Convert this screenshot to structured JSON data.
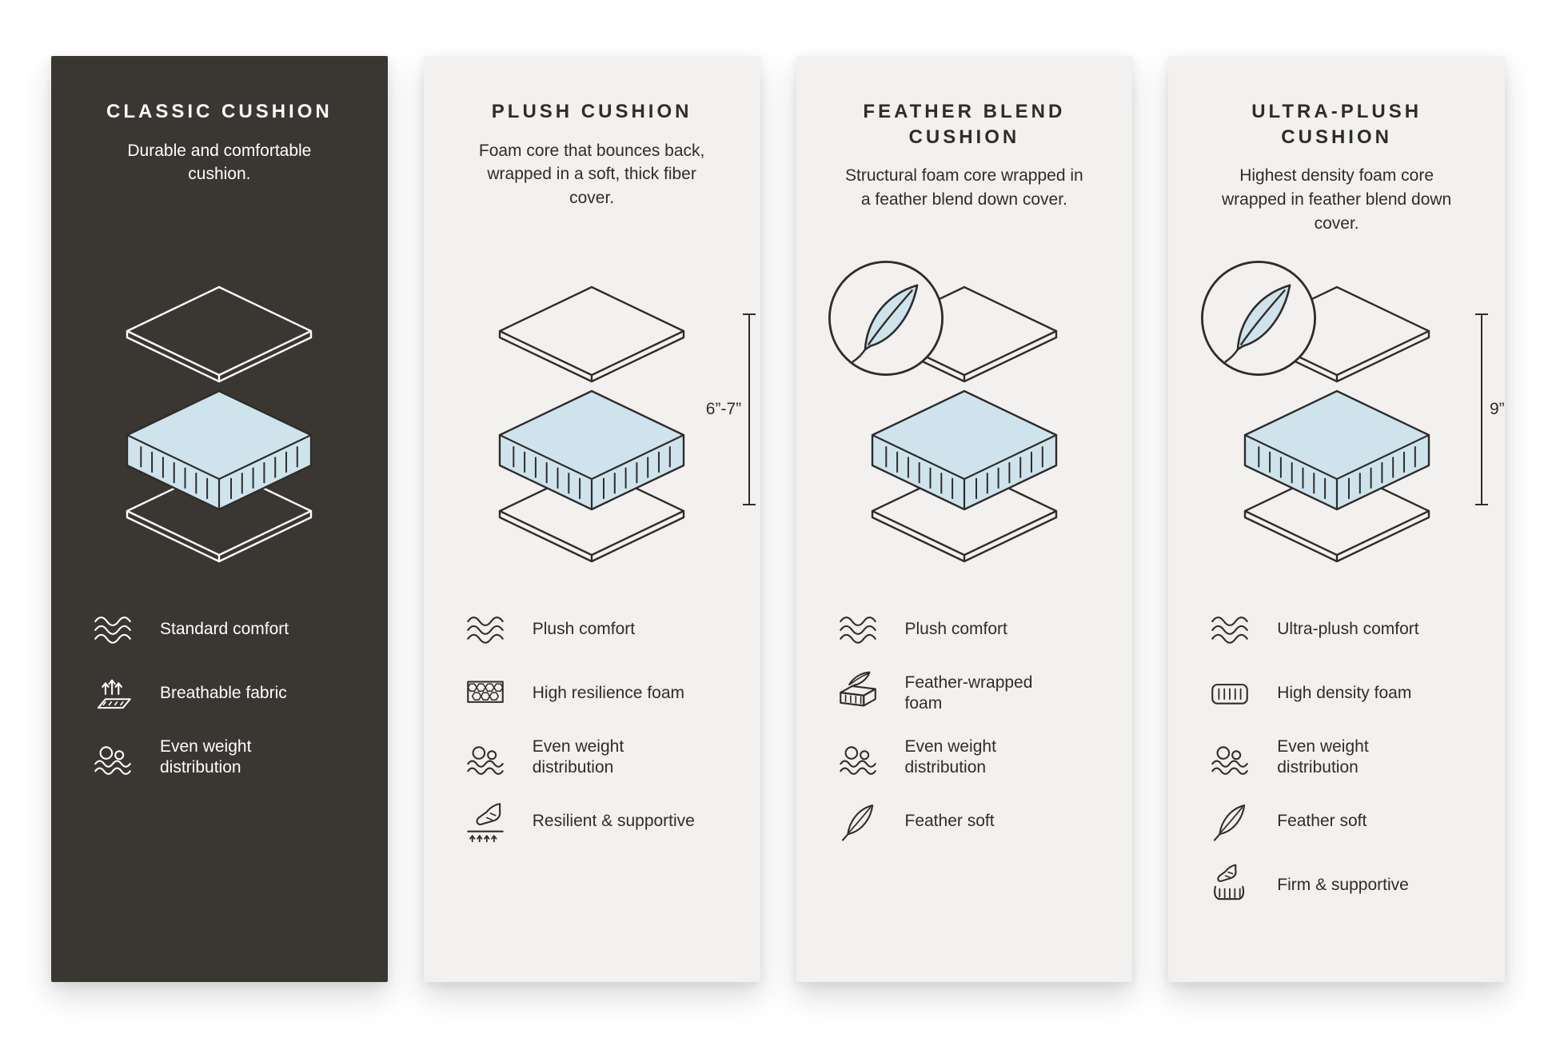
{
  "page": {
    "background": "#ffffff"
  },
  "colors": {
    "dark_card_background": "#3a3733",
    "light_card_background": "#f2f1ef",
    "foam_blue": "#cfe3ec",
    "line_dark": "#2e2d2b",
    "text_light": "#ffffff"
  },
  "cards": [
    {
      "title": "CLASSIC CUSHION",
      "description": "Durable and comfortable cushion.",
      "theme": "dark",
      "badge_icon": null,
      "measurement": null,
      "features": [
        {
          "icon": "waves-icon",
          "label": "Standard comfort"
        },
        {
          "icon": "breathable-fabric-icon",
          "label": "Breathable fabric"
        },
        {
          "icon": "even-weight-icon",
          "label": "Even weight distribution"
        }
      ]
    },
    {
      "title": "PLUSH CUSHION",
      "description": "Foam core that bounces back, wrapped in a soft, thick fiber cover.",
      "theme": "light",
      "badge_icon": null,
      "measurement": "6”-7”",
      "features": [
        {
          "icon": "waves-icon",
          "label": "Plush comfort"
        },
        {
          "icon": "honeycomb-foam-icon",
          "label": "High resilience foam"
        },
        {
          "icon": "even-weight-icon",
          "label": "Even weight distribution"
        },
        {
          "icon": "hand-press-icon",
          "label": "Resilient & supportive"
        }
      ]
    },
    {
      "title": "FEATHER BLEND CUSHION",
      "description": "Structural foam core wrapped in a feather blend down cover.",
      "theme": "light",
      "badge_icon": "feather-icon",
      "measurement": null,
      "features": [
        {
          "icon": "waves-icon",
          "label": "Plush comfort"
        },
        {
          "icon": "feather-foam-icon",
          "label": "Feather-wrapped foam"
        },
        {
          "icon": "even-weight-icon",
          "label": "Even weight distribution"
        },
        {
          "icon": "feather-icon",
          "label": "Feather soft"
        }
      ]
    },
    {
      "title": "ULTRA-PLUSH CUSHION",
      "description": "Highest density foam core wrapped in feather blend down cover.",
      "theme": "light",
      "badge_icon": "feather-icon",
      "measurement": "9”",
      "features": [
        {
          "icon": "waves-icon",
          "label": "Ultra-plush comfort"
        },
        {
          "icon": "density-foam-icon",
          "label": "High density foam"
        },
        {
          "icon": "even-weight-icon",
          "label": "Even weight distribution"
        },
        {
          "icon": "feather-icon",
          "label": "Feather soft"
        },
        {
          "icon": "hand-press-icon",
          "label": "Firm & supportive"
        }
      ]
    }
  ]
}
